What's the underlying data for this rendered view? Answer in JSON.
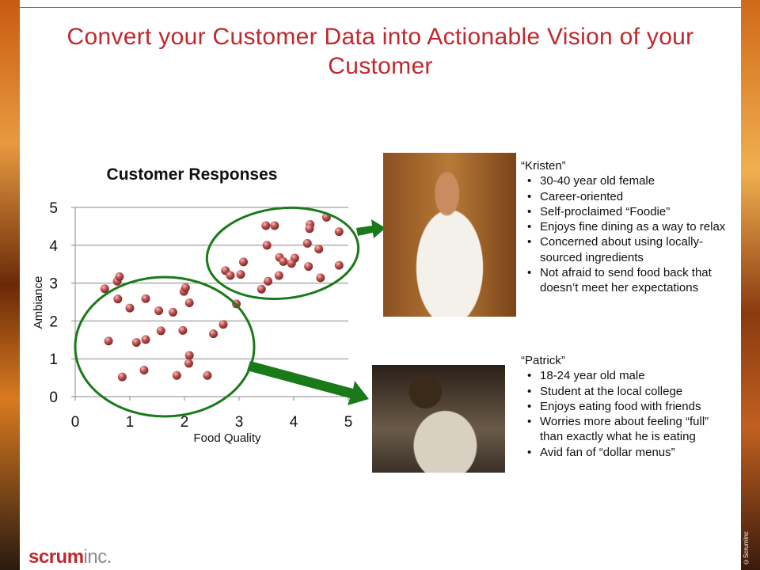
{
  "slide": {
    "title": "Convert your Customer Data into Actionable Vision of your Customer",
    "logo": {
      "part1": "scrum",
      "part2": "inc."
    },
    "copyright": "©ScrumInc"
  },
  "chart_data": {
    "type": "scatter",
    "title": "Customer Responses",
    "xlabel": "Food Quality",
    "ylabel": "Ambiance",
    "xlim": [
      0,
      5
    ],
    "ylim": [
      0,
      5
    ],
    "xticks": [
      "0",
      "1",
      "2",
      "3",
      "4",
      "5"
    ],
    "yticks": [
      "0",
      "1",
      "2",
      "3",
      "4",
      "5"
    ],
    "grid": "horizontal",
    "marker_color": "#c0504d",
    "ellipse_color": "#1a7a1a",
    "points": [
      [
        0.54,
        2.85
      ],
      [
        0.77,
        3.05
      ],
      [
        0.81,
        3.17
      ],
      [
        0.78,
        2.58
      ],
      [
        1.0,
        2.34
      ],
      [
        1.29,
        2.59
      ],
      [
        1.53,
        2.27
      ],
      [
        1.79,
        2.23
      ],
      [
        1.99,
        2.78
      ],
      [
        2.02,
        2.88
      ],
      [
        2.09,
        2.48
      ],
      [
        2.95,
        2.45
      ],
      [
        0.61,
        1.47
      ],
      [
        1.12,
        1.43
      ],
      [
        1.29,
        1.51
      ],
      [
        1.57,
        1.74
      ],
      [
        1.97,
        1.75
      ],
      [
        2.53,
        1.66
      ],
      [
        2.71,
        1.91
      ],
      [
        2.09,
        1.09
      ],
      [
        2.08,
        0.88
      ],
      [
        0.86,
        0.52
      ],
      [
        1.26,
        0.7
      ],
      [
        1.86,
        0.56
      ],
      [
        2.42,
        0.56
      ],
      [
        3.49,
        4.52
      ],
      [
        3.65,
        4.52
      ],
      [
        4.3,
        4.55
      ],
      [
        4.29,
        4.44
      ],
      [
        4.6,
        4.74
      ],
      [
        4.83,
        4.36
      ],
      [
        3.51,
        4.0
      ],
      [
        4.25,
        4.05
      ],
      [
        4.46,
        3.9
      ],
      [
        3.08,
        3.56
      ],
      [
        3.74,
        3.68
      ],
      [
        3.81,
        3.57
      ],
      [
        4.02,
        3.66
      ],
      [
        3.96,
        3.52
      ],
      [
        4.27,
        3.44
      ],
      [
        4.83,
        3.47
      ],
      [
        2.75,
        3.33
      ],
      [
        2.84,
        3.2
      ],
      [
        3.03,
        3.23
      ],
      [
        3.73,
        3.2
      ],
      [
        3.53,
        3.05
      ],
      [
        3.41,
        2.84
      ],
      [
        4.49,
        3.14
      ]
    ]
  },
  "personas": [
    {
      "name": "“Kristen”",
      "traits": [
        "30-40 year old female",
        "Career-oriented",
        "Self-proclaimed “Foodie”",
        "Enjoys fine dining as a way to relax",
        "Concerned about using locally-sourced ingredients",
        "Not afraid to send food back that doesn’t meet her expectations"
      ]
    },
    {
      "name": "“Patrick”",
      "traits": [
        "18-24 year old male",
        "Student at the local college",
        "Enjoys eating food with friends",
        "Worries more about feeling “full” than exactly what he is eating",
        "Avid fan of “dollar menus”"
      ]
    }
  ]
}
